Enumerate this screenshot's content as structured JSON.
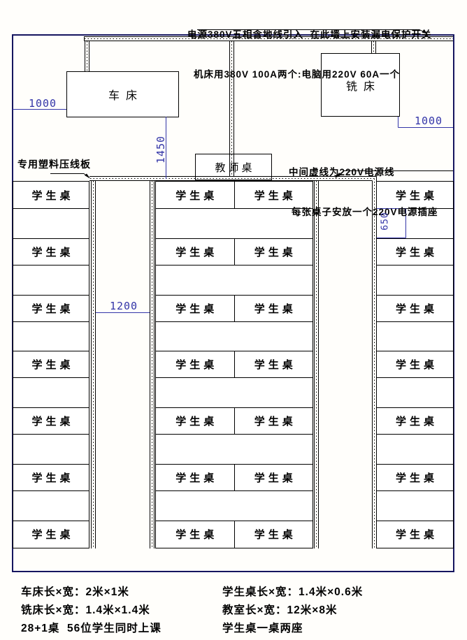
{
  "notes": {
    "top_line1": "电源380V五相含地线引入  在此墙上安装漏电保护开关",
    "top_line2": "机床用380V 100A两个:电脑用220V 60A一个",
    "wire_board": "专用塑料压线板",
    "mid_line1": "中间虚线为220V电源线",
    "mid_line2": "每张桌子安放一个220V电源插座"
  },
  "labels": {
    "lathe": "车床",
    "mill": "铣床",
    "teacher_desk": "教师桌",
    "student_desk": "学生桌"
  },
  "dimensions": {
    "left_wall_to_lathe": "1000",
    "mill_to_right_wall": "1000",
    "lathe_to_desks": "1450",
    "row_gap": "650",
    "aisle_width": "1200"
  },
  "layout": {
    "rows_per_column": 7,
    "columns": [
      {
        "id": "col-left",
        "desks_per_row": 1
      },
      {
        "id": "col-middle",
        "desks_per_row": 2
      },
      {
        "id": "col-right",
        "desks_per_row": 1
      }
    ]
  },
  "summary": {
    "rows": [
      [
        "车床长×宽：2米×1米",
        "学生桌长×宽：1.4米×0.6米"
      ],
      [
        "铣床长×宽：1.4米×1.4米",
        "教室长×宽：12米×8米"
      ],
      [
        "28+1桌  56位学生同时上课",
        "学生桌一桌两座"
      ]
    ]
  },
  "colors": {
    "wall": "#15155f",
    "drawing_line": "#000000",
    "dimension": "#3335a8",
    "background": "#fffefb"
  }
}
